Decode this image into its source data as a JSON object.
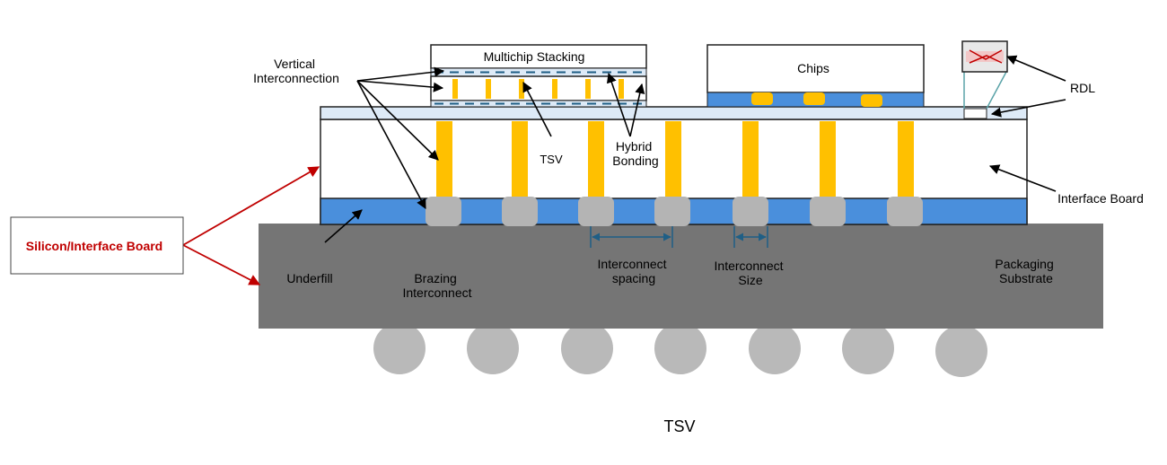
{
  "diagram": {
    "caption": "TSV",
    "side_box_label": "Silicon/Interface Board",
    "labels": {
      "multichip_stacking": "Multichip Stacking",
      "chips": "Chips",
      "vertical_interconnection": [
        "Vertical",
        "Interconnection"
      ],
      "tsv": "TSV",
      "hybrid_bonding": [
        "Hybrid",
        "Bonding"
      ],
      "rdl": "RDL",
      "interface_board": "Interface Board",
      "underfill": "Underfill",
      "brazing_interconnect": [
        "Brazing",
        "Interconnect"
      ],
      "interconnect_spacing": [
        "Interconnect",
        "spacing"
      ],
      "interconnect_size": [
        "Interconnect",
        "Size"
      ],
      "packaging_substrate": [
        "Packaging",
        "Substrate"
      ]
    },
    "colors": {
      "blue_layer": "#4a8fdc",
      "light_layer": "#ddeaf7",
      "tsv_gold": "#ffc000",
      "bump_gray": "#b4b4b4",
      "substrate_gray": "#757575",
      "ball_gray": "#b9b9b9",
      "accent_red": "#c00000",
      "dimension_teal": "#1f5f86",
      "rdl_teal": "#5aa3a8",
      "outline": "#222222"
    }
  }
}
